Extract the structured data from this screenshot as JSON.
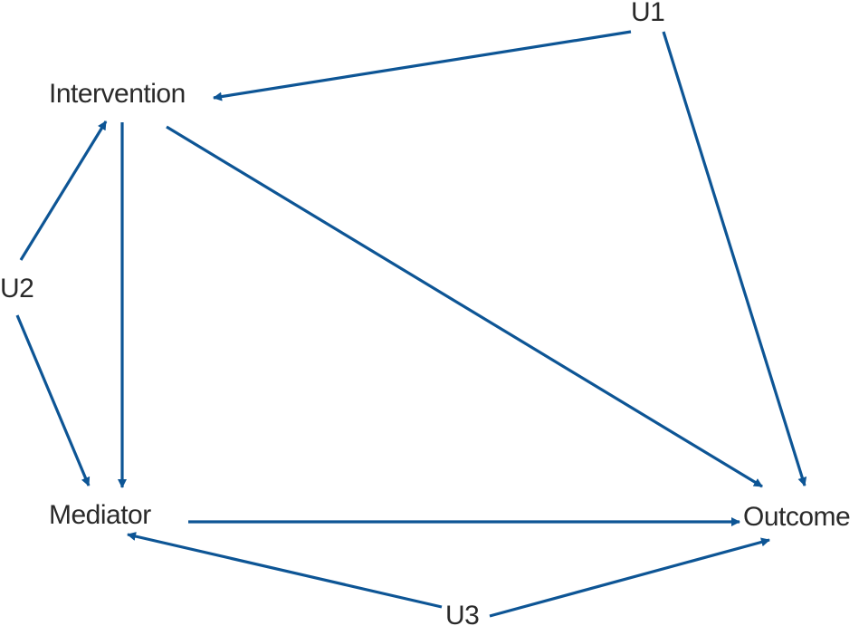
{
  "diagram": {
    "line_color": "#0d5595",
    "text_color": "#2a2a2a",
    "nodes": {
      "u1": "U1",
      "intervention": "Intervention",
      "u2": "U2",
      "mediator": "Mediator",
      "outcome": "Outcome",
      "u3": "U3"
    },
    "edges": [
      {
        "from": "U1",
        "to": "Intervention"
      },
      {
        "from": "U1",
        "to": "Outcome"
      },
      {
        "from": "U2",
        "to": "Intervention"
      },
      {
        "from": "U2",
        "to": "Mediator"
      },
      {
        "from": "Intervention",
        "to": "Mediator"
      },
      {
        "from": "Intervention",
        "to": "Outcome"
      },
      {
        "from": "Mediator",
        "to": "Outcome"
      },
      {
        "from": "U3",
        "to": "Mediator"
      },
      {
        "from": "U3",
        "to": "Outcome"
      }
    ]
  }
}
